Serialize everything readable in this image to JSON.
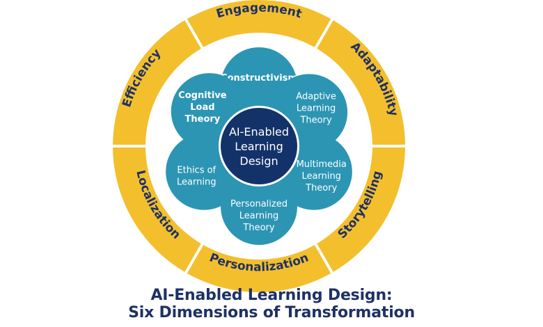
{
  "center": {
    "lines": [
      "AI-Enabled",
      "Learning",
      "Design"
    ]
  },
  "theories": [
    {
      "lines": [
        "Constructivism"
      ],
      "bold": true
    },
    {
      "lines": [
        "Adaptive",
        "Learning",
        "Theory"
      ],
      "bold": false
    },
    {
      "lines": [
        "Multimedia",
        "Learning",
        "Theory"
      ],
      "bold": false
    },
    {
      "lines": [
        "Personalized",
        "Learning",
        "Theory"
      ],
      "bold": false
    },
    {
      "lines": [
        "Ethics of",
        "Learning"
      ],
      "bold": false
    },
    {
      "lines": [
        "Cognitive",
        "Load",
        "Theory"
      ],
      "bold": true
    }
  ],
  "dimensions": [
    "Engagement",
    "Adaptability",
    "Storytelling",
    "Personalization",
    "Localization",
    "Efficiency"
  ],
  "caption": {
    "line1": "AI-Enabled Learning Design:",
    "line2": "Six Dimensions of Transformation"
  },
  "colors": {
    "ring": "#f3bf2c",
    "ring_text": "#1e3166",
    "petal": "#2c95b4",
    "center": "#14326a"
  }
}
